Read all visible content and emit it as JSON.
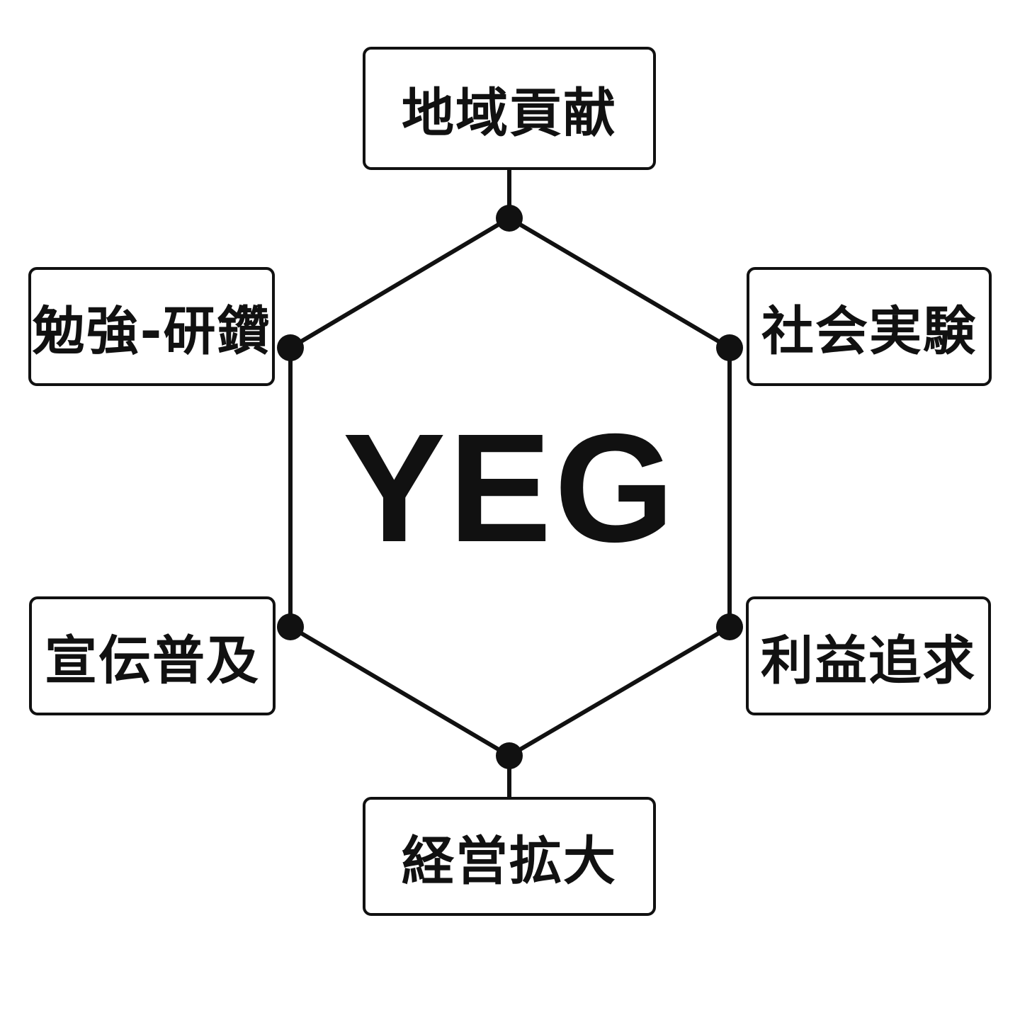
{
  "center": {
    "label": "YEG"
  },
  "nodes": {
    "top": "地域貢献",
    "top_left": "勉強-研鑽",
    "top_right": "社会実験",
    "bottom_left": "宣伝普及",
    "bottom_right": "利益追求",
    "bottom": "経営拡大"
  },
  "colors": {
    "stroke": "#111111",
    "background": "#ffffff"
  }
}
